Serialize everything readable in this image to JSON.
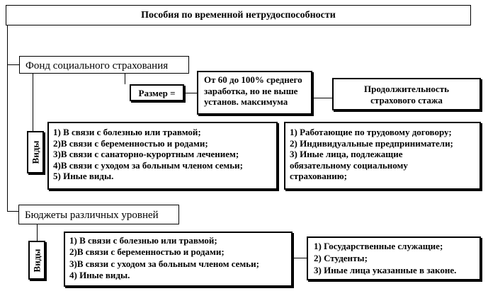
{
  "title": "Пособия по временной нетрудоспособности",
  "fss": {
    "label": "Фонд социального страхования",
    "size_label": "Размер =",
    "size_value_lines": [
      "От 60 до 100% среднего",
      "заработка, но не выше",
      "установ. максимума"
    ],
    "duration_lines": [
      "Продолжительность",
      "страхового стажа"
    ],
    "types_label": "Виды",
    "types": [
      "1) В связи с болезнью или травмой;",
      "2)В связи с беременностью и родами;",
      "3)В связи с санаторно-курортным лечением;",
      "4)В связи с уходом за больным членом семьи;",
      "5) Иные виды."
    ],
    "recipients": [
      "1) Работающие по трудовому договору;",
      "2) Индивидуальные предприниматели;",
      "3) Иные лица, подлежащие",
      "обязательному социальному",
      "страхованию;"
    ]
  },
  "budget": {
    "label": "Бюджеты различных уровней",
    "types_label": "Виды",
    "types": [
      "1) В связи с болезнью или травмой;",
      "2)В связи с беременностью и родами;",
      "3)В связи с уходом за больным членом семьи;",
      "4) Иные виды."
    ],
    "recipients": [
      "1) Государственные служащие;",
      "2) Студенты;",
      "3) Иные лица указанные в законе."
    ]
  }
}
